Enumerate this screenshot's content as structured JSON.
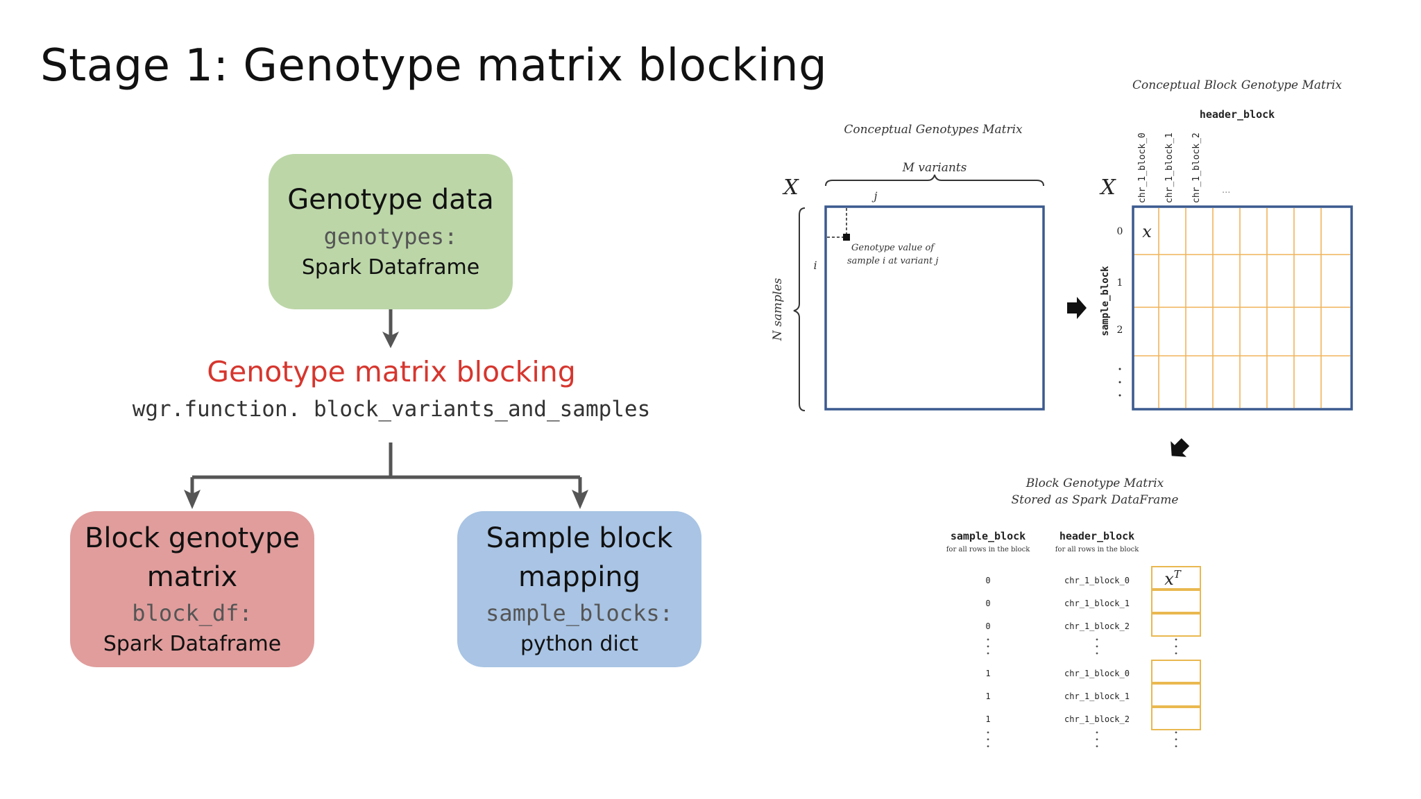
{
  "slide": {
    "title": "Stage 1: Genotype matrix blocking"
  },
  "flow": {
    "input_box": {
      "heading": "Genotype data",
      "code": "genotypes:",
      "type": "Spark Dataframe"
    },
    "process": {
      "title": "Genotype matrix blocking",
      "code": "wgr.function. block_variants_and_samples"
    },
    "output_left": {
      "heading_line1": "Block genotype",
      "heading_line2": "matrix",
      "code": "block_df:",
      "type": "Spark Dataframe"
    },
    "output_right": {
      "heading_line1": "Sample block",
      "heading_line2": "mapping",
      "code": "sample_blocks:",
      "type": "python dict"
    },
    "colors": {
      "green": "#bcd6a8",
      "red": "#e09d9c",
      "blue": "#a9c4e4",
      "highlight": "#d6362e",
      "matrix_border": "#3b5a8f",
      "grid_line": "#f0b45a"
    }
  },
  "figure": {
    "conceptual_matrix": {
      "title": "Conceptual Genotypes Matrix",
      "symbol": "X",
      "columns_label": "M variants",
      "rows_label": "N samples",
      "col_index": "j",
      "row_index": "i",
      "cell_note_line1": "Genotype value of",
      "cell_note_line2": "sample i at variant j"
    },
    "block_matrix": {
      "title": "Conceptual Block Genotype Matrix",
      "symbol": "X",
      "header_label": "header_block",
      "column_headers": [
        "chr_1_block_0",
        "chr_1_block_1",
        "chr_1_block_2"
      ],
      "more_columns": "...",
      "row_axis_label": "sample_block",
      "row_labels": [
        "0",
        "1",
        "2"
      ],
      "cell_symbol": "x"
    },
    "dataframe": {
      "title_line1": "Block Genotype Matrix",
      "title_line2": "Stored as Spark DataFrame",
      "col1_header": "sample_block",
      "col1_sub": "for all rows in the block",
      "col2_header": "header_block",
      "col2_sub": "for all rows in the block",
      "cell_symbol": "x",
      "cell_superscript": "T",
      "rows": [
        {
          "sample_block": "0",
          "header_block": "chr_1_block_0"
        },
        {
          "sample_block": "0",
          "header_block": "chr_1_block_1"
        },
        {
          "sample_block": "0",
          "header_block": "chr_1_block_2"
        },
        {
          "sample_block": "1",
          "header_block": "chr_1_block_0"
        },
        {
          "sample_block": "1",
          "header_block": "chr_1_block_1"
        },
        {
          "sample_block": "1",
          "header_block": "chr_1_block_2"
        }
      ]
    }
  }
}
